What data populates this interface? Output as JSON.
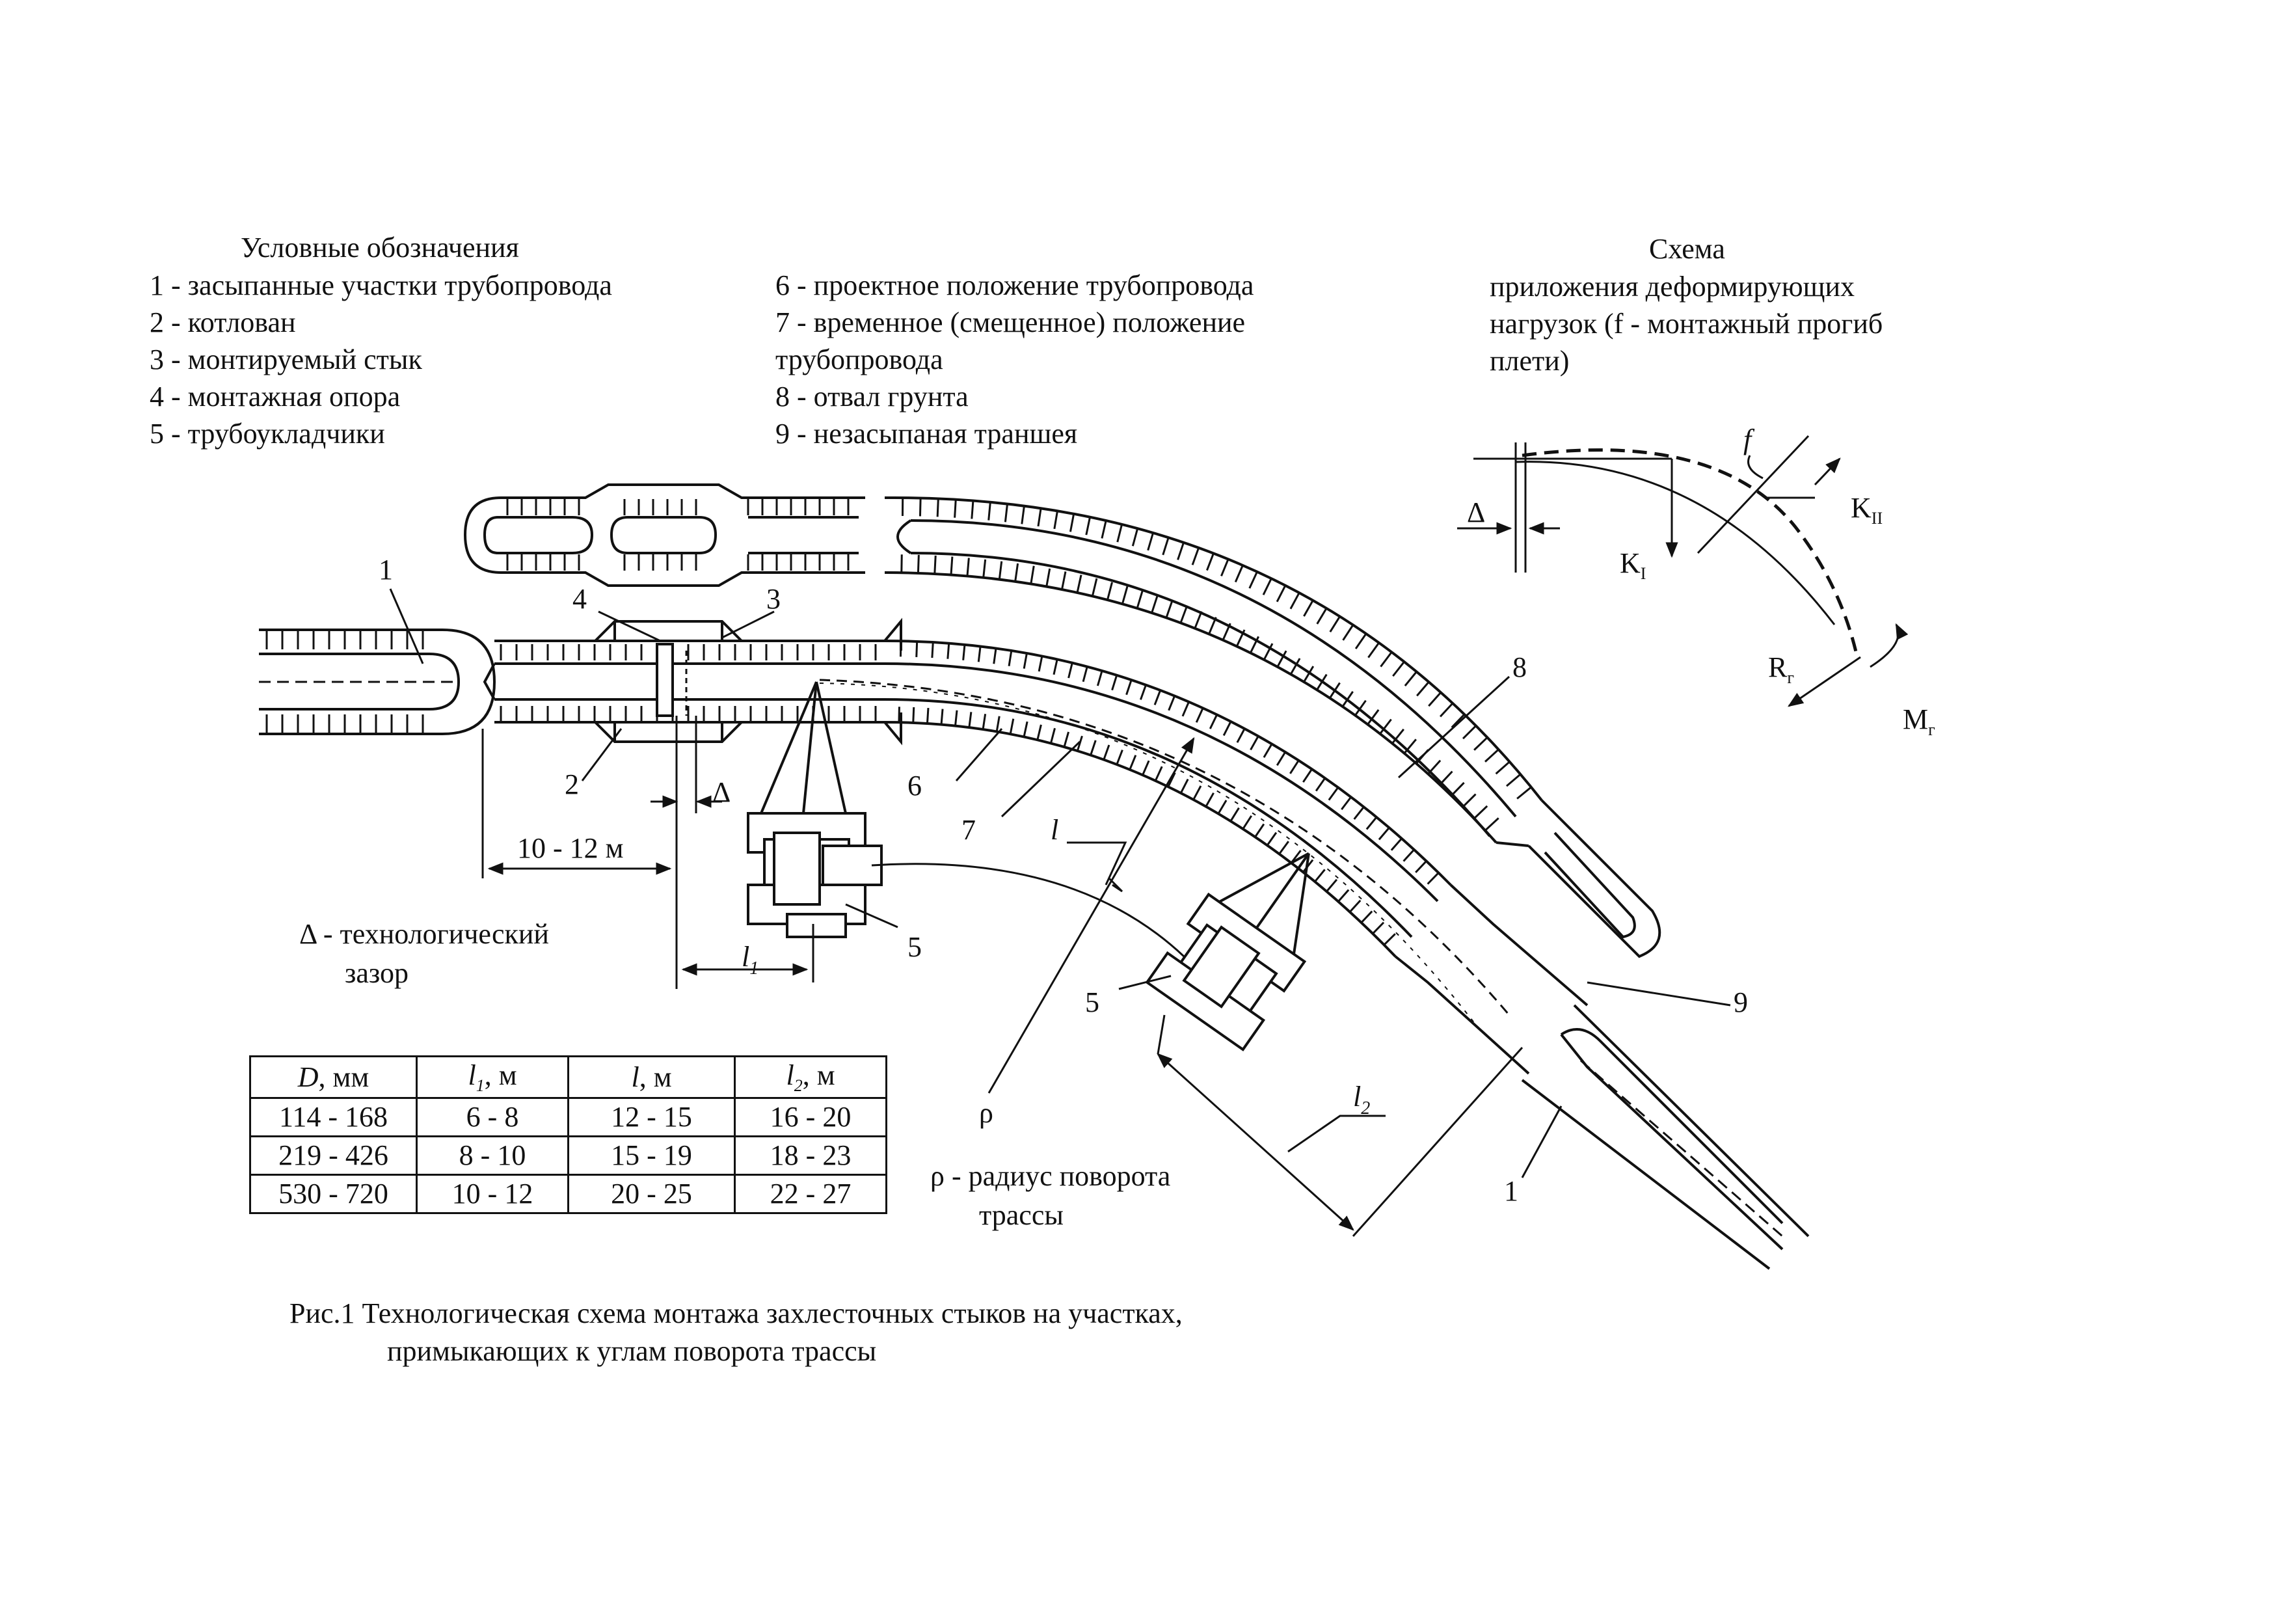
{
  "legend": {
    "title": "Условные обозначения",
    "items_left": [
      "1 - засыпанные участки трубопровода",
      "2 - котлован",
      "3 - монтируемый стык",
      "4 - монтажная опора",
      "5 - трубоукладчики"
    ],
    "items_right": [
      "6 - проектное положение трубопровода",
      "7 - временное (смещенное) положение",
      "трубопровода",
      "8 - отвал грунта",
      "9 - незасыпаная траншея"
    ]
  },
  "scheme": {
    "title": "Схема",
    "lines": [
      "приложения деформирующих",
      "нагрузок (f - монтажный прогиб",
      "плети)"
    ],
    "labels": {
      "delta": "Δ",
      "f": "f",
      "k1": "K",
      "k1_sub": "I",
      "k2": "K",
      "k2_sub": "II",
      "r": "R",
      "r_sub": "г",
      "m": "M",
      "m_sub": "г"
    }
  },
  "drawing": {
    "labels": {
      "n1_left": "1",
      "n1_right": "1",
      "n2": "2",
      "n3": "3",
      "n4": "4",
      "n5_a": "5",
      "n5_b": "5",
      "n6": "6",
      "n7": "7",
      "n8": "8",
      "n9": "9",
      "delta": "Δ",
      "dim_10_12": "10 - 12 м",
      "l": "l",
      "l1": "l",
      "l1_sub": "1",
      "l2": "l",
      "l2_sub": "2",
      "rho": "ρ"
    },
    "notes": {
      "gap_line1": "Δ - технологический",
      "gap_line2": "зазор",
      "rho_line1": "ρ - радиус поворота",
      "rho_line2": "трассы"
    }
  },
  "table": {
    "headers": [
      {
        "main": "D",
        "unit": ", мм",
        "sub": ""
      },
      {
        "main": "l",
        "unit": ", м",
        "sub": "1"
      },
      {
        "main": "l",
        "unit": ", м",
        "sub": ""
      },
      {
        "main": "l",
        "unit": ", м",
        "sub": "2"
      }
    ],
    "rows": [
      [
        "114 - 168",
        "6 - 8",
        "12 - 15",
        "16 - 20"
      ],
      [
        "219 - 426",
        "8 - 10",
        "15 - 19",
        "18 - 23"
      ],
      [
        "530 - 720",
        "10 - 12",
        "20 - 25",
        "22 - 27"
      ]
    ]
  },
  "caption": {
    "line1": "Рис.1 Технологическая схема монтажа захлесточных стыков на участках,",
    "line2": "примыкающих к углам поворота трассы"
  }
}
